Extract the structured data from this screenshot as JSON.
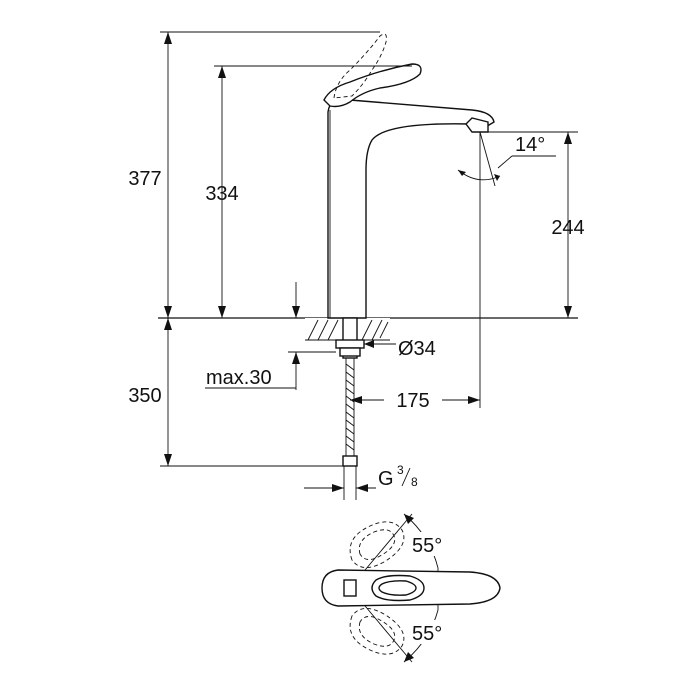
{
  "dimensions": {
    "total_height": "377",
    "spout_height": "334",
    "outlet_height": "244",
    "below_deck_length": "350",
    "outlet_angle": "14°",
    "hole_diameter": "Ø34",
    "max_deck_thickness": "max.30",
    "spout_reach": "175",
    "thread": "G",
    "thread_num": "3",
    "thread_den": "8",
    "lever_angle_back": "55°",
    "lever_angle_front": "55°"
  },
  "colors": {
    "line": "#111111",
    "background": "#ffffff"
  },
  "icons": {
    "lever": "lever-handle-icon",
    "hose": "flexible-hose-icon"
  }
}
